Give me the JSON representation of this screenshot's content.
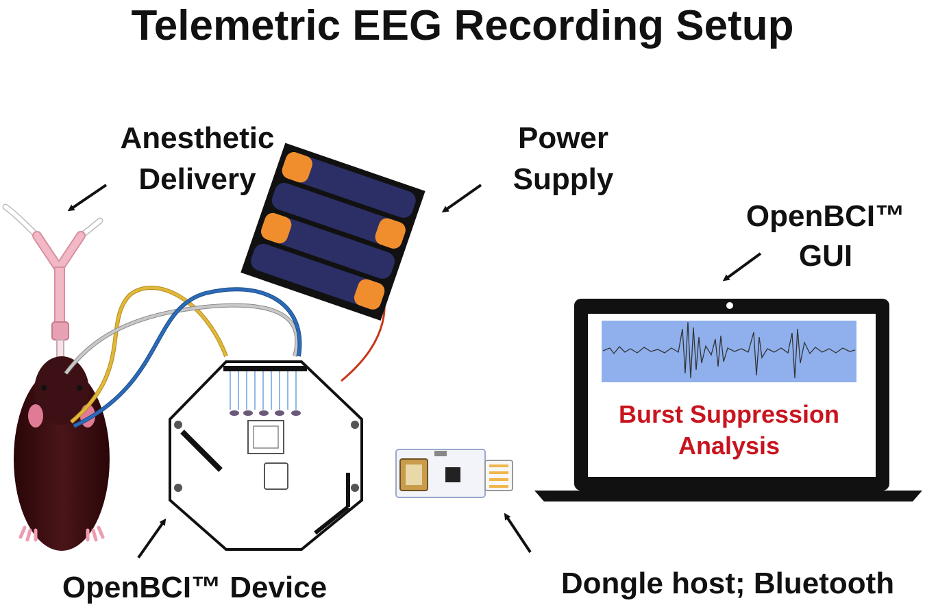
{
  "title": "Telemetric EEG Recording Setup",
  "labels": {
    "anesthetic_line1": "Anesthetic",
    "anesthetic_line2": "Delivery",
    "power_line1": "Power",
    "power_line2": "Supply",
    "gui_line1": "OpenBCI™",
    "gui_line2": "GUI",
    "device": "OpenBCI™ Device",
    "dongle": "Dongle host; Bluetooth"
  },
  "screen": {
    "analysis_line1": "Burst Suppression",
    "analysis_line2": "Analysis"
  },
  "colors": {
    "text": "#111111",
    "analysis_text": "#c8141e",
    "mouse_body": "#3a0f12",
    "battery_cell": "#2c2f66",
    "battery_cap": "#f08e2e",
    "wire_yellow": "#e0b93a",
    "wire_blue": "#2c6bb8",
    "wire_gray": "#a8a8a8",
    "wire_red": "#c8361a",
    "eeg_panel": "#8fb0ec",
    "tube": "#f2b8c6"
  },
  "icons": [
    "mouse-icon",
    "anesthetic-tube-icon",
    "battery-pack-icon",
    "openbci-board-icon",
    "usb-dongle-icon",
    "laptop-icon"
  ]
}
